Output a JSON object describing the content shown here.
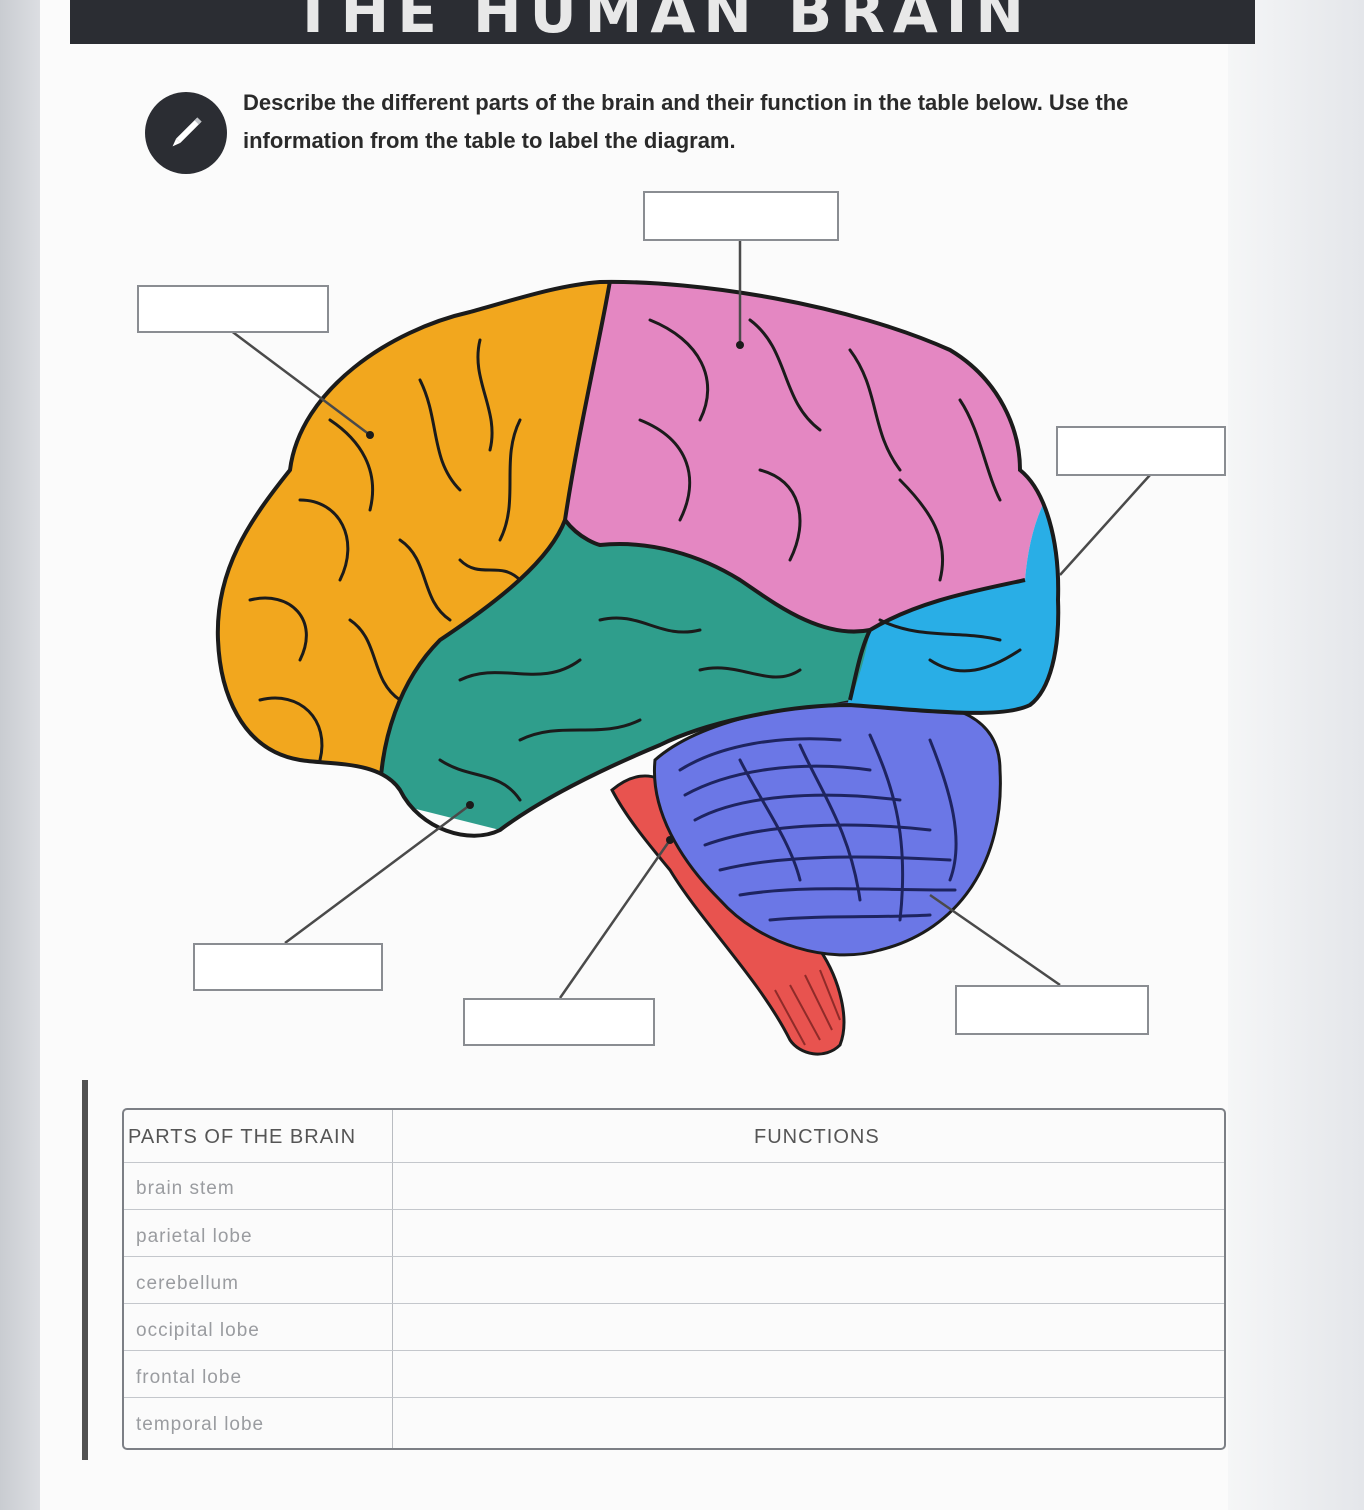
{
  "title": "THE HUMAN BRAIN",
  "instructions": "Describe the different parts of the brain and their function in the table below. Use the information from the table to label the diagram.",
  "icons": {
    "instruction_icon": "pencil-icon"
  },
  "colors": {
    "frontal": "#f2a71e",
    "parietal": "#e487c2",
    "temporal": "#2f9e8c",
    "occipital": "#29aee6",
    "cerebellum": "#6b77e6",
    "brain_stem": "#e8534f",
    "header_bar": "#2b2d33"
  },
  "diagram": {
    "label_boxes": [
      "",
      "",
      "",
      "",
      "",
      ""
    ]
  },
  "table": {
    "headers": {
      "parts": "PARTS OF THE BRAIN",
      "functions": "FUNCTIONS"
    },
    "rows": [
      {
        "part": "brain stem",
        "function": ""
      },
      {
        "part": "parietal lobe",
        "function": ""
      },
      {
        "part": "cerebellum",
        "function": ""
      },
      {
        "part": "occipital lobe",
        "function": ""
      },
      {
        "part": "frontal lobe",
        "function": ""
      },
      {
        "part": "temporal lobe",
        "function": ""
      }
    ]
  }
}
